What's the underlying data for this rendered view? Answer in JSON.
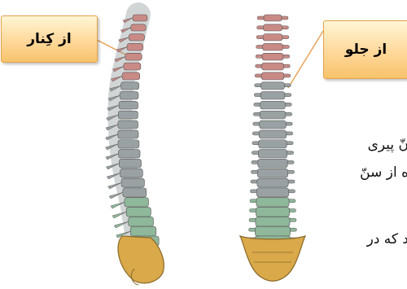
{
  "labels": {
    "side_view": "از کِنار",
    "front_view": "از جلو"
  },
  "body_text": {
    "line1": "نّ پیری",
    "line2": "ه از سنّ",
    "line3": "د که در"
  },
  "colors": {
    "cervical": "#c98a86",
    "thoracic": "#9aa1a3",
    "lumbar": "#8fb79a",
    "sacrum": "#d9a94a",
    "label_border": "#e4a24a"
  }
}
